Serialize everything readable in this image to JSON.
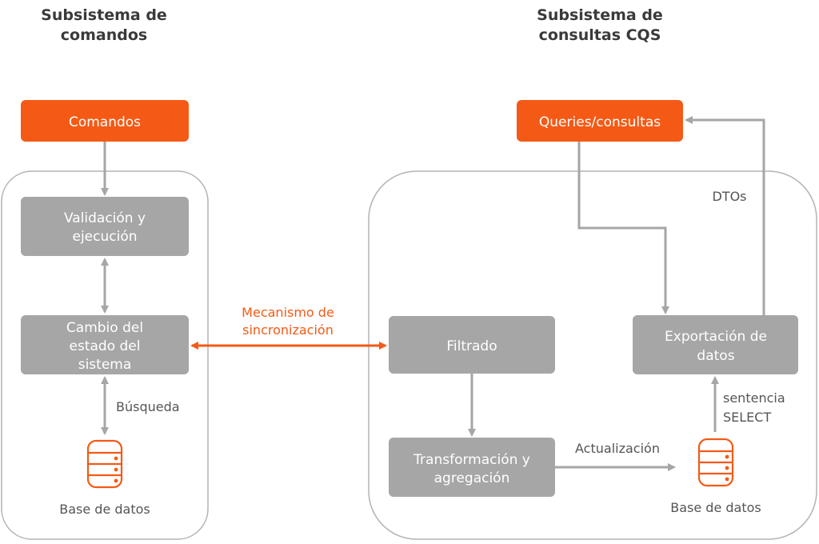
{
  "titles": {
    "left_line1": "Subsistema de",
    "left_line2": "comandos",
    "right_line1": "Subsistema de",
    "right_line2": "consultas CQS"
  },
  "boxes": {
    "comandos": "Comandos",
    "queries": "Queries/consultas",
    "validacion_line1": "Validación y",
    "validacion_line2": "ejecución",
    "cambio_line1": "Cambio del",
    "cambio_line2": "estado del",
    "cambio_line3": "sistema",
    "filtrado": "Filtrado",
    "transformacion_line1": "Transformación y",
    "transformacion_line2": "agregación",
    "exportacion_line1": "Exportación de",
    "exportacion_line2": "datos"
  },
  "labels": {
    "busqueda": "Búsqueda",
    "base_datos_left": "Base de datos",
    "base_datos_right": "Base de datos",
    "mecanismo_line1": "Mecanismo de",
    "mecanismo_line2": "sincronización",
    "actualizacion": "Actualización",
    "sentencia_line1": "sentencia",
    "sentencia_line2": "SELECT",
    "dtos": "DTOs"
  },
  "colors": {
    "accent": "#f45a16",
    "box_gray": "#a6a6a6",
    "arrow_gray": "#a6a6a6",
    "container_stroke": "#b3b3b3"
  },
  "icons": {
    "database_left": "database-icon",
    "database_right": "database-icon"
  }
}
